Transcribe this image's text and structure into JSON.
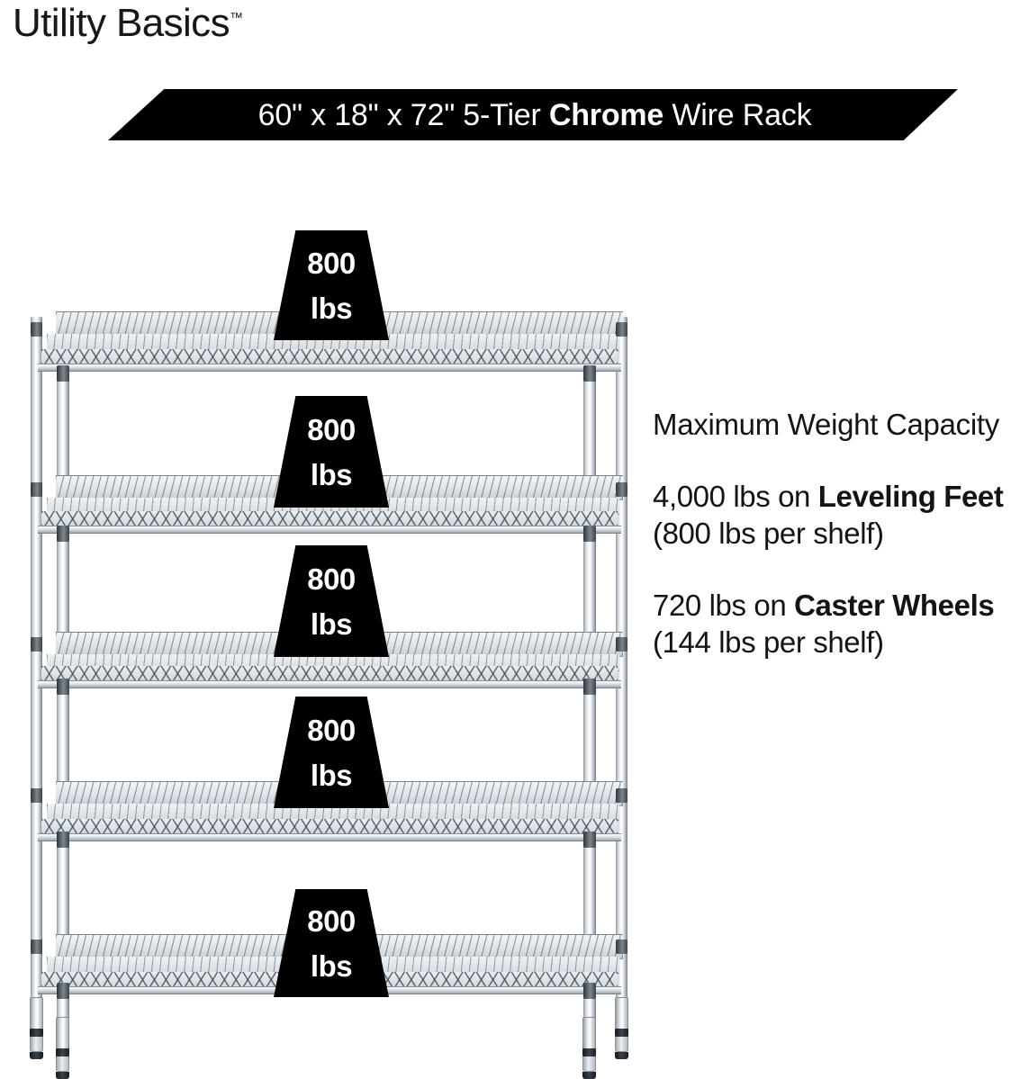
{
  "brand": {
    "name": "Utility Basics",
    "trademark": "™"
  },
  "banner": {
    "text_before": "60\" x 18\" x 72\" 5-Tier ",
    "highlight": "Chrome",
    "text_after": " Wire Rack",
    "background_color": "#000000",
    "text_color": "#ffffff"
  },
  "info": {
    "heading": "Maximum Weight Capacity",
    "paragraphs": [
      {
        "pre": "4,000 lbs on ",
        "bold": "Leveling Feet",
        "post": " (800 lbs per shelf)"
      },
      {
        "pre": "720 lbs on ",
        "bold": "Caster Wheels",
        "post": " (144 lbs per shelf)"
      }
    ]
  },
  "product": {
    "type": "5-tier chrome wire shelving rack",
    "tiers": 5,
    "shelf_badges": [
      {
        "value": "800",
        "unit": "lbs"
      },
      {
        "value": "800",
        "unit": "lbs"
      },
      {
        "value": "800",
        "unit": "lbs"
      },
      {
        "value": "800",
        "unit": "lbs"
      },
      {
        "value": "800",
        "unit": "lbs"
      }
    ],
    "badge_background": "#000000",
    "badge_text_color": "#ffffff"
  }
}
